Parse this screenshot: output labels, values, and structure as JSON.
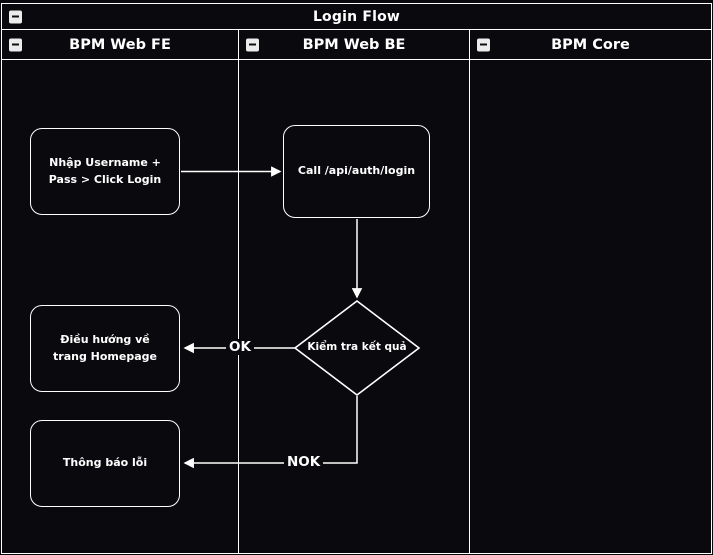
{
  "colors": {
    "background": "#0a0a0e",
    "stroke": "#ffffff",
    "text": "#ffffff"
  },
  "pool": {
    "title": "Login Flow",
    "collapse_icon": "minus-square"
  },
  "lanes": [
    {
      "label": "BPM Web FE",
      "collapse_icon": "minus-square"
    },
    {
      "label": "BPM Web BE",
      "collapse_icon": "minus-square"
    },
    {
      "label": "BPM Core",
      "collapse_icon": "minus-square"
    }
  ],
  "nodes": {
    "input_login": {
      "label": "Nhập Username + Pass > Click Login",
      "shape": "rounded-rectangle",
      "lane": "BPM Web FE"
    },
    "call_api": {
      "label": "Call /api/auth/login",
      "shape": "rounded-rectangle",
      "lane": "BPM Web BE"
    },
    "check_result": {
      "label": "Kiểm tra kết quả",
      "shape": "decision-diamond",
      "lane": "BPM Web BE"
    },
    "go_homepage": {
      "label": "Điều hướng về trang Homepage",
      "shape": "rounded-rectangle",
      "lane": "BPM Web FE"
    },
    "show_error": {
      "label": "Thông báo lỗi",
      "shape": "rounded-rectangle",
      "lane": "BPM Web FE"
    }
  },
  "edges": {
    "input_to_call": {
      "from": "input_login",
      "to": "call_api",
      "label": ""
    },
    "call_to_check": {
      "from": "call_api",
      "to": "check_result",
      "label": ""
    },
    "check_to_homepage": {
      "from": "check_result",
      "to": "go_homepage",
      "label": "OK"
    },
    "check_to_error": {
      "from": "check_result",
      "to": "show_error",
      "label": "NOK"
    }
  }
}
